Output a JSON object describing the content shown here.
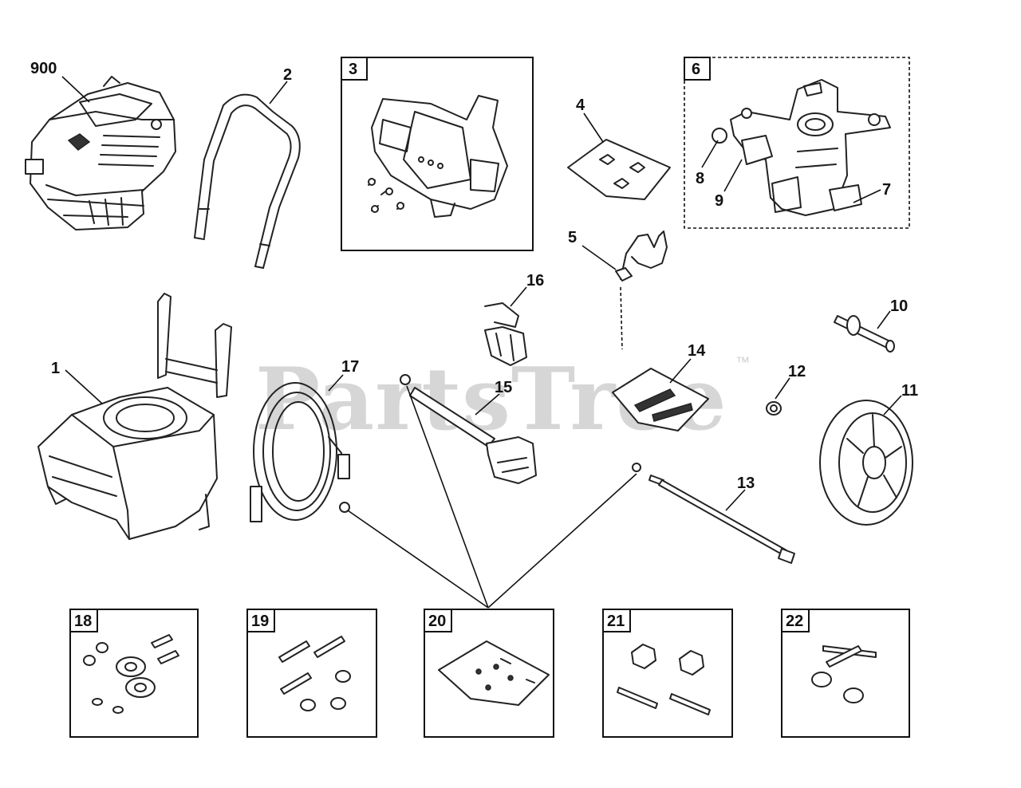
{
  "watermark": {
    "text": "PartsTree",
    "trademark": "™"
  },
  "callouts": {
    "p900": "900",
    "p1": "1",
    "p2": "2",
    "p4": "4",
    "p5": "5",
    "p7": "7",
    "p8": "8",
    "p9": "9",
    "p10": "10",
    "p11": "11",
    "p12": "12",
    "p13": "13",
    "p14": "14",
    "p15": "15",
    "p16": "16",
    "p17": "17"
  },
  "kit_boxes": {
    "b3": "3",
    "b6": "6",
    "b18": "18",
    "b19": "19",
    "b20": "20",
    "b21": "21",
    "b22": "22"
  }
}
